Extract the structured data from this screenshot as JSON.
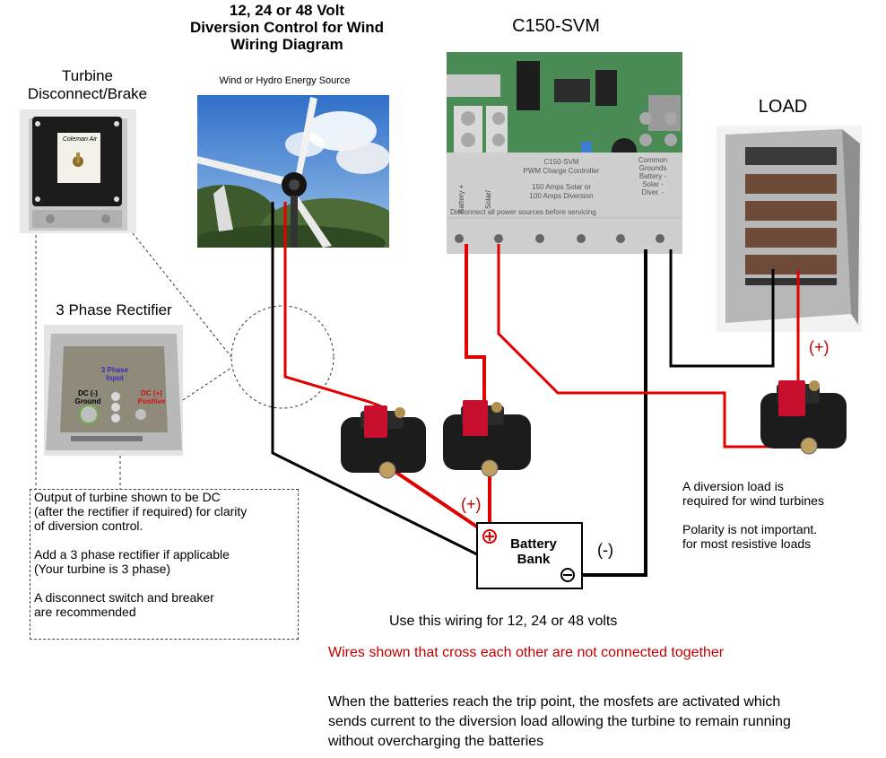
{
  "title": {
    "line1": "12, 24 or 48 Volt",
    "line2": "Diversion Control for Wind",
    "line3": "Wiring Diagram"
  },
  "turbine_label": "Wind or Hydro Energy Source",
  "controller": {
    "name": "C150-SVM",
    "panel_model": "C150-SVM",
    "panel_desc": "PWM Charge Controller",
    "panel_amps1": "150 Amps Solar or",
    "panel_amps2": "100 Amps Diversion",
    "panel_left1": "Battery +",
    "panel_left2": "Solar/",
    "panel_right1": "Common",
    "panel_right2": "Grounds",
    "panel_right3": "Battery -",
    "panel_right4": "Solar -",
    "panel_right5": "Diver. -",
    "panel_warning": "Disconnect all power sources before servicing"
  },
  "load_label": "LOAD",
  "disconnect": {
    "line1": "Turbine",
    "line2": "Disconnect/Brake",
    "brand": "Coleman Air"
  },
  "rectifier": {
    "label": "3 Phase Rectifier",
    "input": "3 Phase Input",
    "dc_ground": "DC (-) Ground",
    "dc_positive": "DC (+) Positive"
  },
  "battery": {
    "line1": "Battery",
    "line2": "Bank"
  },
  "polarity": {
    "plus_battery": "(+)",
    "plus_load": "(+)",
    "minus": "(-)"
  },
  "notes_box": {
    "p1_l1": "Output of turbine shown to be DC",
    "p1_l2": "(after the rectifier if required) for clarity",
    "p1_l3": "of diversion control.",
    "p2_l1": "Add a 3 phase rectifier if applicable",
    "p2_l2": "(Your turbine is 3 phase)",
    "p3_l1": "A disconnect switch and breaker",
    "p3_l2": "are recommended"
  },
  "load_notes": {
    "l1": "A diversion load is",
    "l2": "required for wind turbines",
    "l3": "Polarity is not important.",
    "l4": "for most resistive loads"
  },
  "bottom": {
    "use": "Use this wiring for 12, 24 or 48 volts",
    "cross": "Wires shown that cross each other are not connected together",
    "trip1": "When the batteries reach the trip point, the mosfets are activated which",
    "trip2": "sends current to the diversion load allowing the turbine to remain running",
    "trip3": "without overcharging the batteries"
  },
  "colors": {
    "positive_wire": "#e00000",
    "negative_wire": "#000000",
    "warning_text": "#c00000",
    "board_green": "#4a8a55",
    "breaker_red": "#c8102e"
  }
}
